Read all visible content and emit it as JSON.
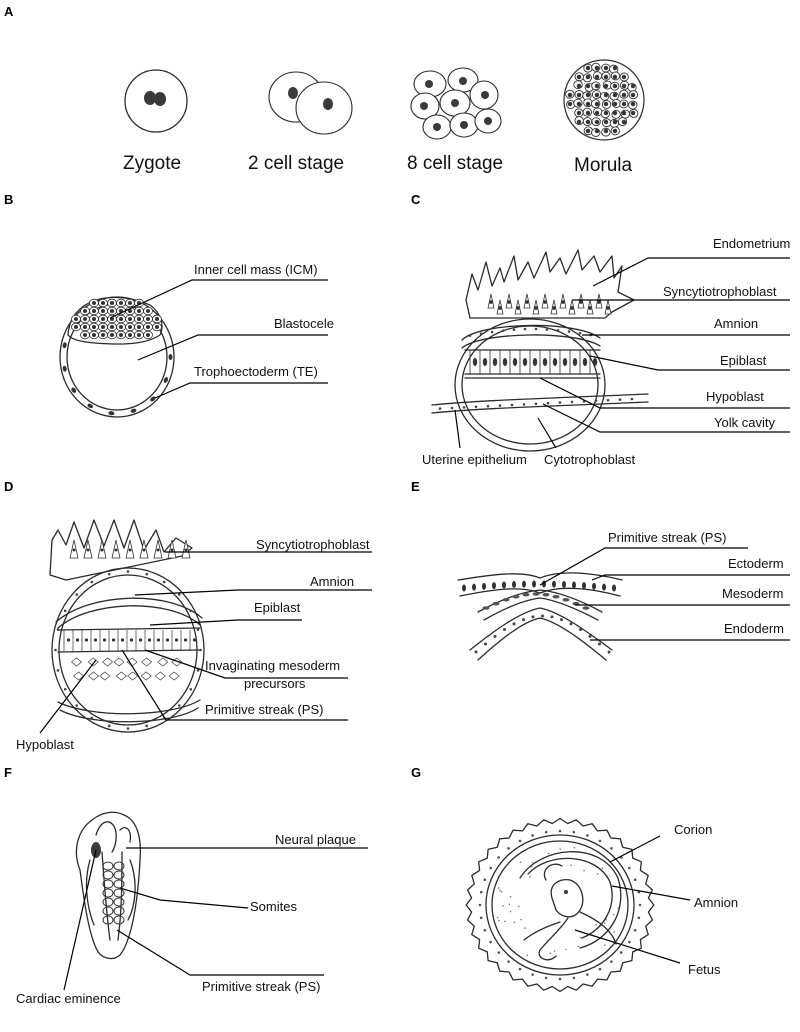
{
  "panels": {
    "A": {
      "letter": "A",
      "stages": [
        "Zygote",
        "2 cell stage",
        "8 cell stage",
        "Morula"
      ]
    },
    "B": {
      "letter": "B",
      "labels": [
        "Inner cell mass (ICM)",
        "Blastocele",
        "Trophoectoderm (TE)"
      ]
    },
    "C": {
      "letter": "C",
      "labels": [
        "Endometrium",
        "Syncytiotrophoblast",
        "Amnion",
        "Epiblast",
        "Hypoblast",
        "Yolk cavity",
        "Uterine epithelium",
        "Cytotrophoblast"
      ]
    },
    "D": {
      "letter": "D",
      "labels": [
        "Syncytiotrophoblast",
        "Amnion",
        "Epiblast",
        "Invaginating mesoderm",
        "precursors",
        "Primitive streak (PS)",
        "Hypoblast"
      ]
    },
    "E": {
      "letter": "E",
      "labels": [
        "Primitive streak (PS)",
        "Ectoderm",
        "Mesoderm",
        "Endoderm"
      ]
    },
    "F": {
      "letter": "F",
      "labels": [
        "Neural plaque",
        "Somites",
        "Primitive streak (PS)",
        "Cardiac eminence"
      ]
    },
    "G": {
      "letter": "G",
      "labels": [
        "Corion",
        "Amnion",
        "Fetus"
      ]
    }
  }
}
